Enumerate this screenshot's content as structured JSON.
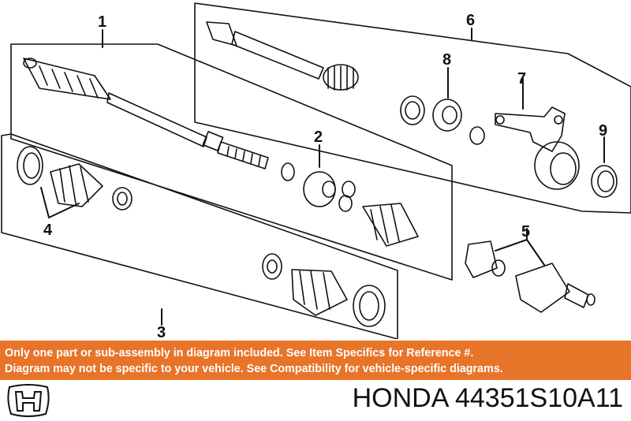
{
  "diagram": {
    "callouts": [
      "1",
      "2",
      "3",
      "4",
      "5",
      "6",
      "7",
      "8",
      "9"
    ]
  },
  "notice": {
    "line1": "Only one part or sub-assembly in diagram included. See Item Specifics for Reference #.",
    "line2": "Diagram may not be specific to your vehicle. See Compatibility for vehicle-specific diagrams."
  },
  "footer": {
    "brand": "HONDA",
    "part_number": "44351S10A11",
    "logo_icon": "honda-h-logo-icon"
  },
  "colors": {
    "notice_background": "#e8742a",
    "notice_text": "#ffffff",
    "line_art": "#111111"
  }
}
